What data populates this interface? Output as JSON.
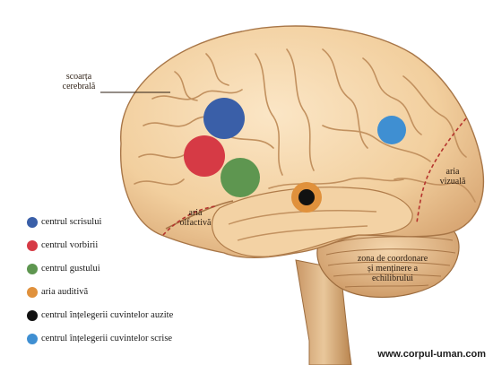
{
  "labels": {
    "cortex": [
      "scoarța",
      "cerebrală"
    ],
    "olfactory": [
      "aria",
      "olfactivă"
    ],
    "visual": [
      "aria",
      "vizuală"
    ],
    "cerebellum": [
      "zona de coordonare",
      "și menținere a",
      "echilibrului"
    ]
  },
  "centers": [
    {
      "id": "centrul-scrisului",
      "color": "#3a5fa8"
    },
    {
      "id": "centrul-vorbirii",
      "color": "#d63a45"
    },
    {
      "id": "centrul-gustului",
      "color": "#5e9650"
    },
    {
      "id": "aria-auditiva",
      "color": "#e0913c"
    },
    {
      "id": "centrul-intelegerii-auzite",
      "color": "#111111"
    },
    {
      "id": "centrul-intelegerii-scrise",
      "color": "#3f8fd2"
    }
  ],
  "legend": [
    {
      "label": "centrul scrisului",
      "color": "#3a5fa8"
    },
    {
      "label": "centrul vorbirii",
      "color": "#d63a45"
    },
    {
      "label": "centrul gustului",
      "color": "#5e9650"
    },
    {
      "label": "aria auditivă",
      "color": "#e0913c"
    },
    {
      "label": "centrul înțelegerii cuvintelor auzite",
      "color": "#111111"
    },
    {
      "label": "centrul înțelegerii cuvintelor scrise",
      "color": "#3f8fd2"
    }
  ],
  "watermark": "www.corpul-uman.com"
}
